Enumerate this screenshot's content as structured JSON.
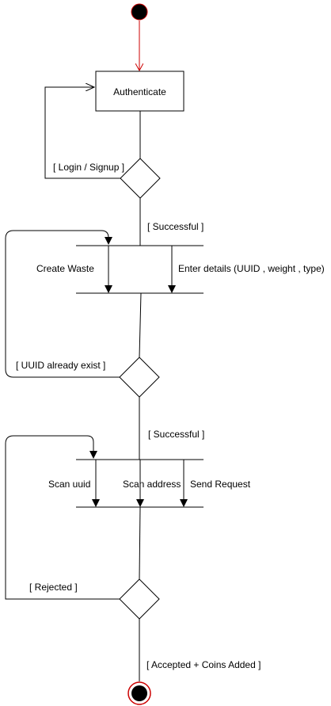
{
  "diagram": {
    "colors": {
      "stroke": "#000000",
      "start_arrow": "#cc0000",
      "end_ring": "#cc0000",
      "background": "#ffffff"
    },
    "nodes": {
      "start": {
        "shape": "initial-node"
      },
      "authenticate": {
        "shape": "action",
        "label": "Authenticate"
      },
      "decision_auth": {
        "shape": "decision"
      },
      "fork_1": {
        "shape": "fork-bar"
      },
      "join_1": {
        "shape": "join-bar"
      },
      "decision_waste": {
        "shape": "decision"
      },
      "fork_2": {
        "shape": "fork-bar"
      },
      "join_2": {
        "shape": "join-bar"
      },
      "decision_request": {
        "shape": "decision"
      },
      "end": {
        "shape": "final-node"
      }
    },
    "actions": {
      "create_waste": "Create Waste",
      "enter_details": "Enter details (UUID , weight , type)",
      "scan_uuid": "Scan uuid",
      "scan_address": "Scan address",
      "send_request": "Send Request"
    },
    "guards": {
      "login_signup": "[ Login / Signup ]",
      "successful_1": "[ Successful ]",
      "uuid_exists": "[ UUID already exist ]",
      "successful_2": "[ Successful ]",
      "rejected": "[ Rejected ]",
      "accepted": "[ Accepted + Coins Added ]"
    }
  }
}
